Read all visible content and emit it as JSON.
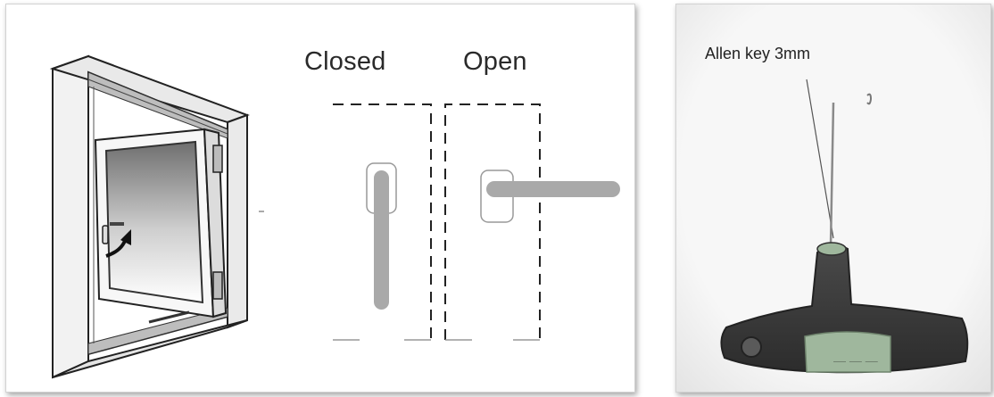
{
  "left_panel": {
    "closed_label": "Closed",
    "open_label": "Open"
  },
  "right_panel": {
    "tool_label": "Allen key 3mm",
    "handle_color": "#3c3c3c",
    "label_patch_color": "#9fb79d"
  }
}
